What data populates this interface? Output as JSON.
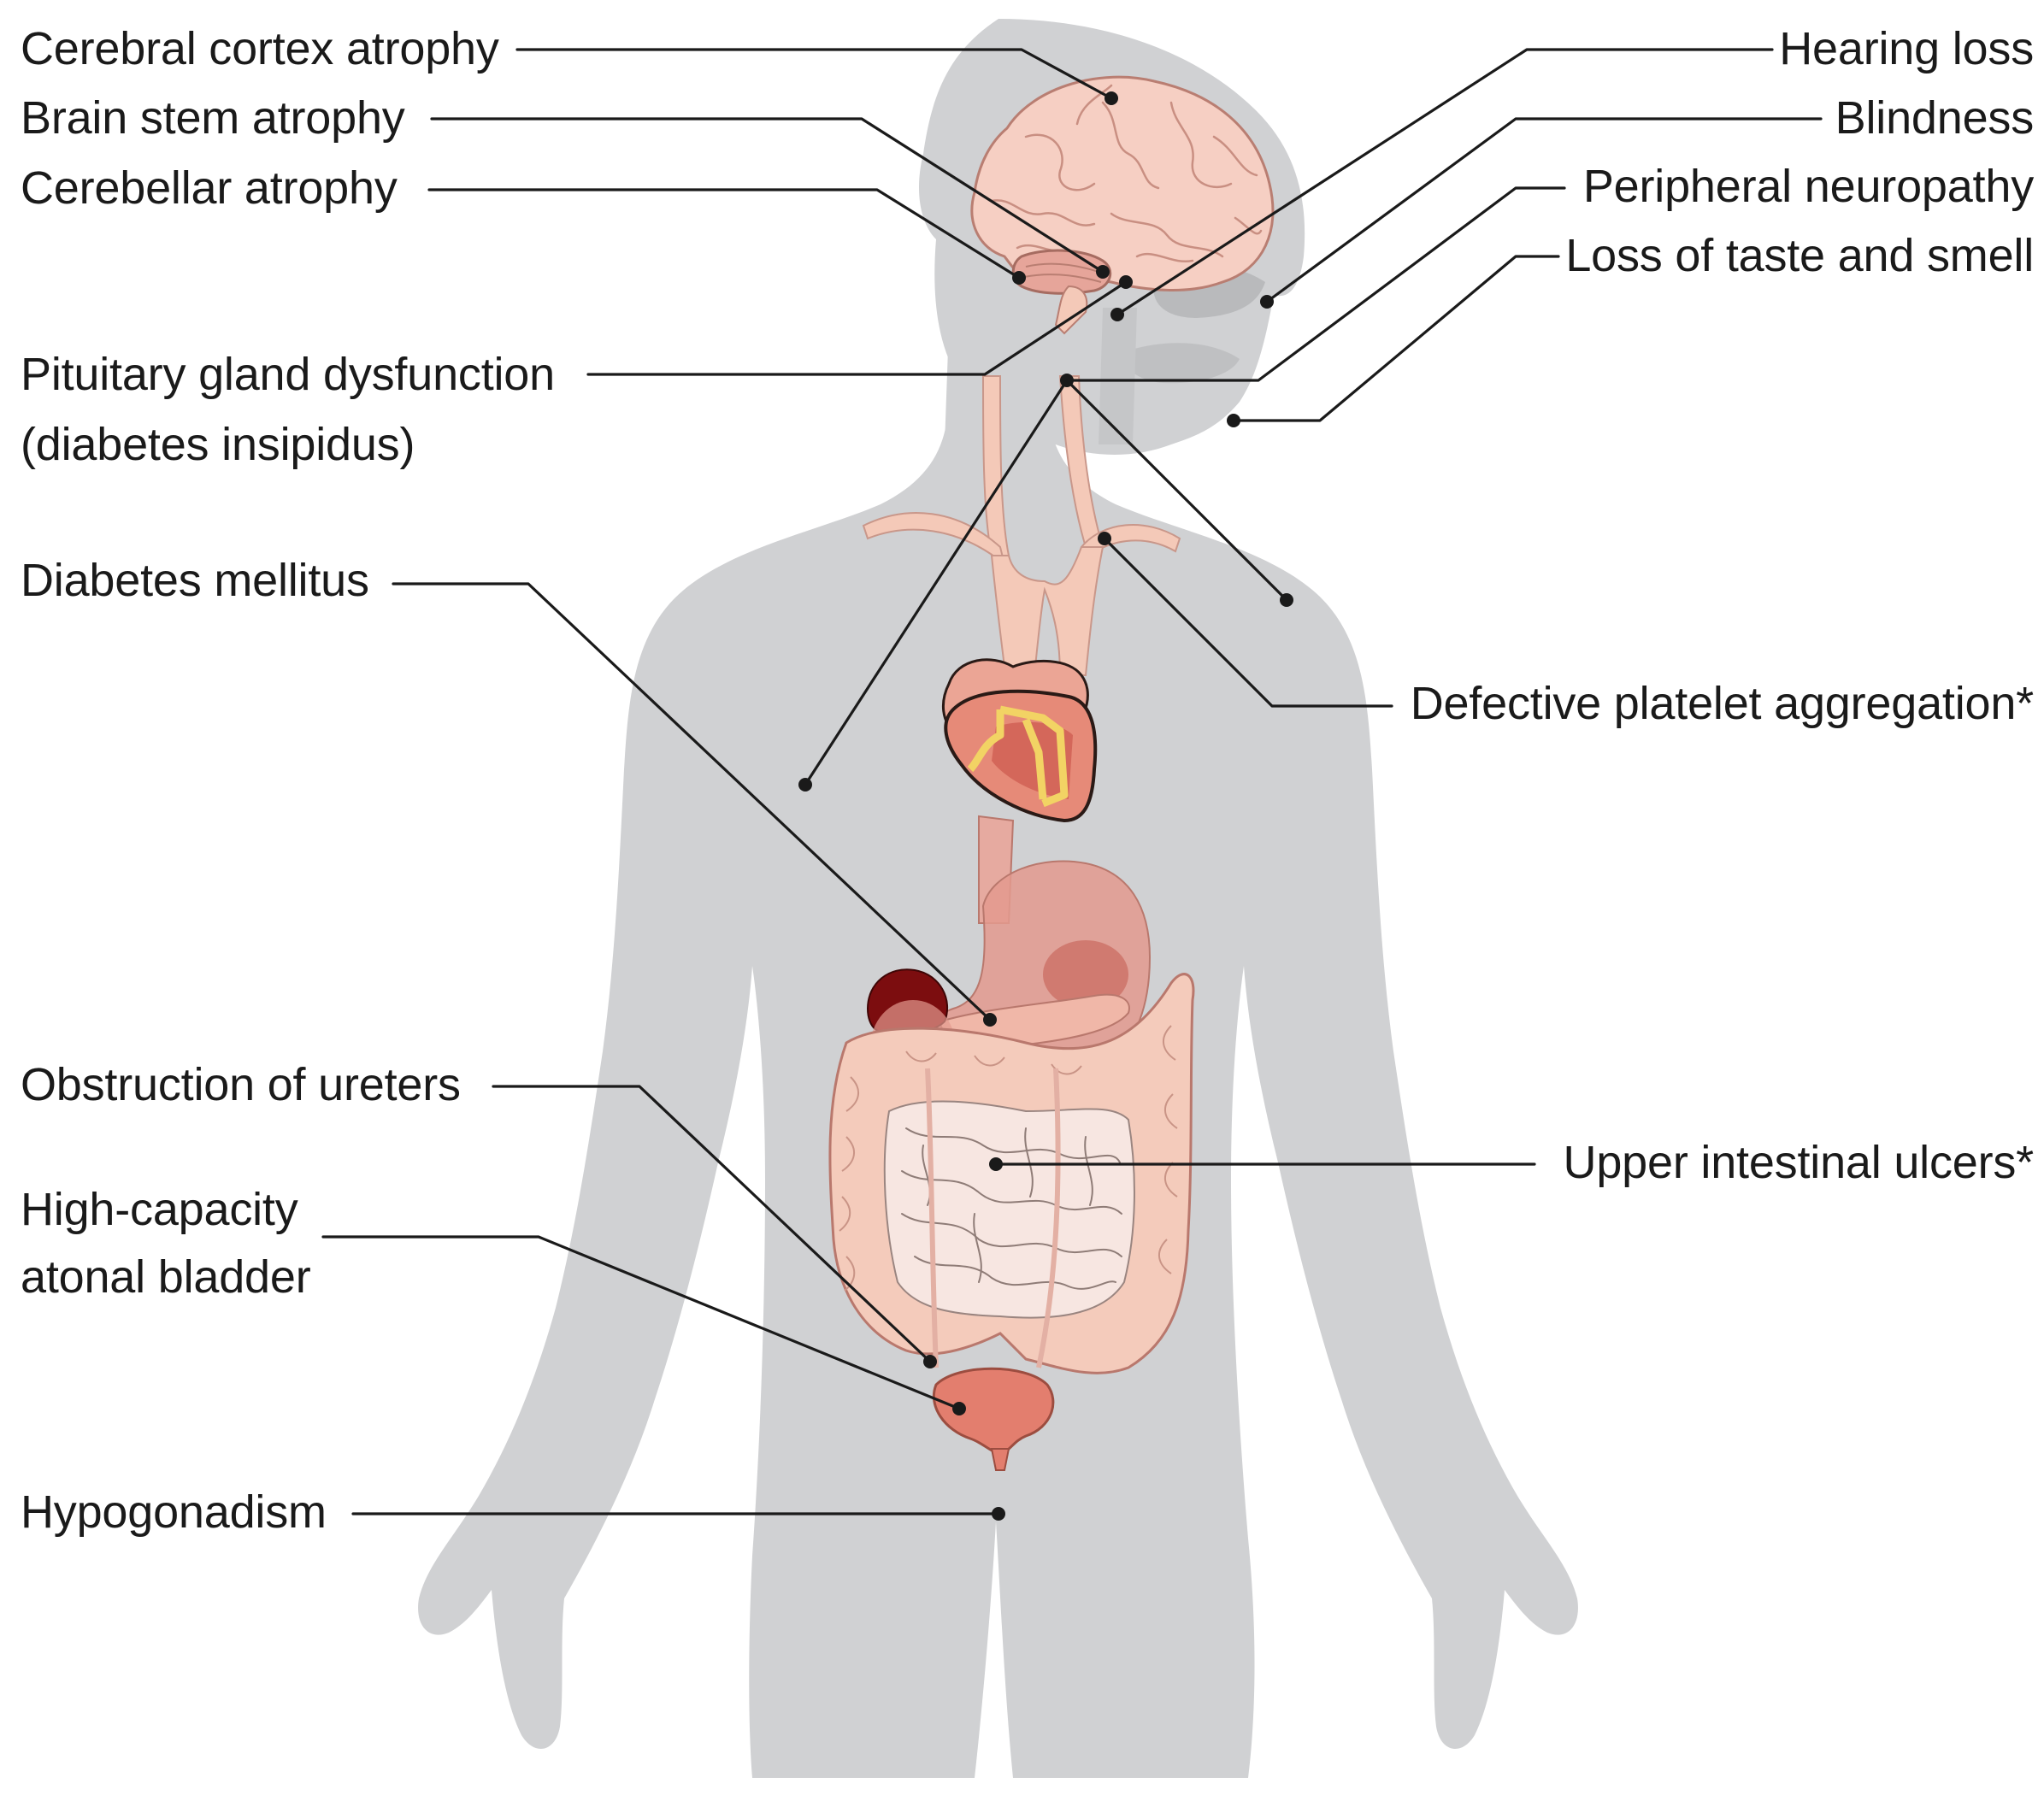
{
  "labels": {
    "cerebral_cortex": "Cerebral cortex atrophy",
    "brain_stem": "Brain stem atrophy",
    "cerebellar": "Cerebellar atrophy",
    "pituitary_line1": "Pituitary gland dysfunction",
    "pituitary_line2": "(diabetes insipidus)",
    "diabetes_mellitus": "Diabetes mellitus",
    "ureters": "Obstruction of ureters",
    "bladder_line1": "High-capacity",
    "bladder_line2": "atonal bladder",
    "hypogonadism": "Hypogonadism",
    "hearing_loss": "Hearing loss",
    "blindness": "Blindness",
    "peripheral_neuropathy": "Peripheral neuropathy",
    "taste_smell": "Loss of taste and smell",
    "platelet": "Defective platelet aggregation*",
    "ulcers": "Upper intestinal ulcers*"
  },
  "colors": {
    "body_silhouette": "#d0d1d3",
    "brain": "#f6cfc3",
    "brain_folds": "#c98f82",
    "cerebellum": "#e6a59a",
    "vessels": "#f4c9b8",
    "heart": "#e68a78",
    "heart_muscle": "#d4675a",
    "coronary_fat": "#f2d364",
    "stomach": "#e39a8e",
    "spleen": "#7c0d0f",
    "colon": "#f4cbbb",
    "small_intestine": "#f7e6e1",
    "bladder": "#e37e6e",
    "leader_line": "#1a1a1a"
  }
}
